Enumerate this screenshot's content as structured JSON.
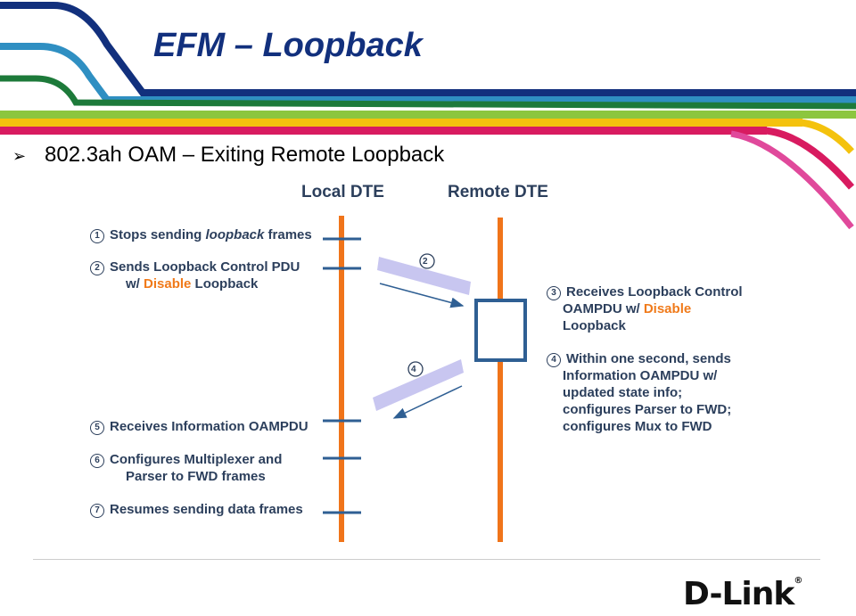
{
  "slide": {
    "title": "EFM – Loopback",
    "subtitle_bullet": "➢",
    "subtitle": "802.3ah OAM – Exiting Remote Loopback"
  },
  "diagram": {
    "local_label": "Local DTE",
    "remote_label": "Remote DTE",
    "arrow_labels": [
      "②",
      "④"
    ],
    "steps": {
      "s1": {
        "num": "1",
        "pre": "Stops sending ",
        "em": "loopback",
        "post": " frames"
      },
      "s2": {
        "num": "2",
        "line1": "Sends Loopback Control PDU",
        "pre": "w/ ",
        "em": "Disable",
        "post": " Loopback"
      },
      "s3": {
        "num": "3",
        "line1": "Receives Loopback Control",
        "pre": "OAMPDU w/ ",
        "em": "Disable",
        "line3": "Loopback"
      },
      "s4": {
        "num": "4",
        "line1": "Within one second, sends",
        "line2": "Information OAMPDU w/",
        "line3": "updated state info;",
        "line4": "configures Parser to FWD;",
        "line5": "configures Mux to FWD"
      },
      "s5": {
        "num": "5",
        "line1": "Receives Information OAMPDU"
      },
      "s6": {
        "num": "6",
        "line1": "Configures Multiplexer and",
        "line2": "Parser to FWD frames"
      },
      "s7": {
        "num": "7",
        "line1": "Resumes sending data frames"
      }
    }
  },
  "footer": {
    "logo": "D-Link",
    "logo_mark": "®"
  },
  "colors": {
    "title": "#12307d",
    "timeline": "#f0741a",
    "tick": "#2f5f93",
    "box": "#2f5f93",
    "band": "#c8c6f0",
    "highlight": "#f07a1a",
    "stripes": [
      "#12307d",
      "#2f8fc2",
      "#1d7a3a",
      "#8cc63f",
      "#f4c20d",
      "#d81b60"
    ]
  }
}
